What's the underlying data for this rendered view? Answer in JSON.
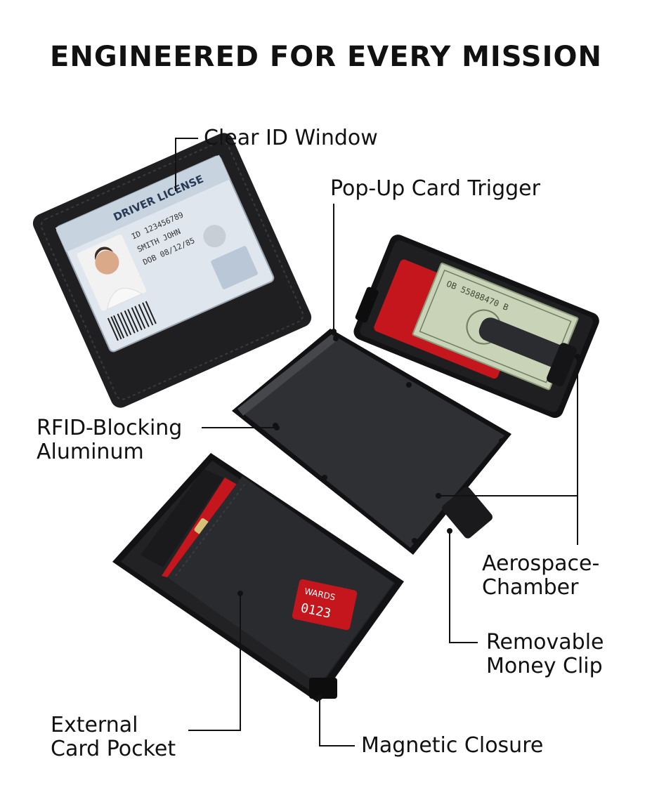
{
  "headline": "ENGINEERED FOR EVERY MISSION",
  "colors": {
    "background": "#ffffff",
    "text": "#111111",
    "wallet_black": "#1e1e20",
    "aluminum": "#2f3033",
    "accent_red": "#c4161c",
    "banknote_green": "#c9d3b8"
  },
  "callouts": {
    "clear_id_window": "Clear ID Window",
    "pop_up_card_trigger": "Pop-Up Card Trigger",
    "rfid_line1": "RFID-Blocking",
    "rfid_line2": "Aluminum",
    "aerospace_line1": "Aerospace-",
    "aerospace_line2": "Chamber",
    "money_clip_line1": "Removable",
    "money_clip_line2": "Money Clip",
    "external_line1": "External",
    "external_line2": "Card Pocket",
    "magnetic_closure": "Magnetic Closure"
  },
  "id_card": {
    "title": "DRIVER LICENSE",
    "id_number": "ID 123456789",
    "name": "SMITH JOHN",
    "dob": "DOB 08/12/85"
  },
  "card_texts": {
    "rewards": "WARDS",
    "card_number": "0123"
  },
  "banknote": {
    "serial": "OB 55888470 B"
  }
}
